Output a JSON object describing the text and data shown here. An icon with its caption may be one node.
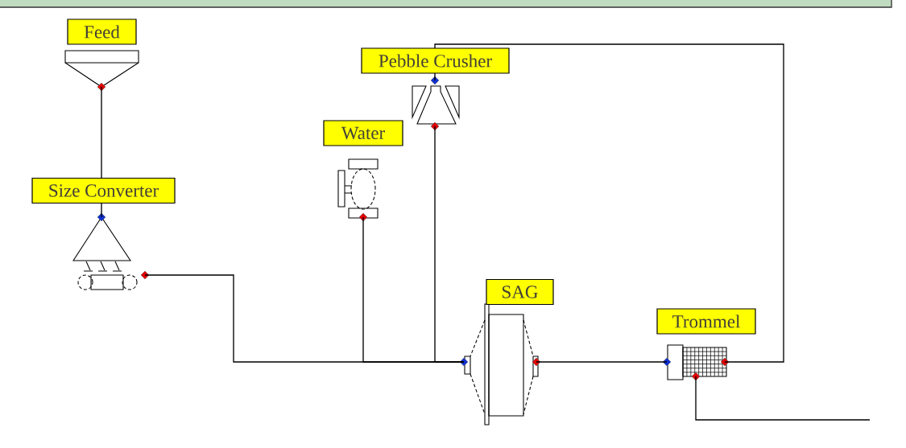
{
  "diagram": {
    "nodes": [
      {
        "text": [
          "Feed"
        ]
      },
      {
        "text": [
          "Size Converter"
        ]
      },
      {
        "text": [
          "Water"
        ]
      },
      {
        "text": [
          "Pebble Crusher"
        ]
      },
      {
        "text": [
          "SAG"
        ]
      },
      {
        "text": [
          "Trommel"
        ]
      }
    ],
    "edges": [
      {
        "from": 0,
        "to": 1,
        "arrow": "none"
      },
      {
        "from": 1,
        "to": 4,
        "arrow": "none"
      },
      {
        "from": 2,
        "to": 4,
        "arrow": "none"
      },
      {
        "from": 3,
        "to": 4,
        "arrow": "none"
      },
      {
        "from": 4,
        "to": 5,
        "arrow": "none"
      },
      {
        "from": 5,
        "to": 3,
        "arrow": "none"
      },
      {
        "from": 5,
        "to": null,
        "arrow": "none"
      }
    ]
  }
}
